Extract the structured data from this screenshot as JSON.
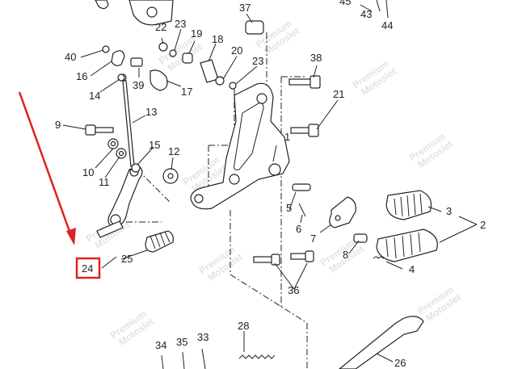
{
  "watermark": {
    "line1": "Premium",
    "line2": "Motoslet"
  },
  "callouts": {
    "n1": "1",
    "n2": "2",
    "n3": "3",
    "n4": "4",
    "n5": "5",
    "n6": "6",
    "n7": "7",
    "n8": "8",
    "n9": "9",
    "n10": "10",
    "n11": "11",
    "n12": "12",
    "n13": "13",
    "n14": "14",
    "n15": "15",
    "n16": "16",
    "n17": "17",
    "n18": "18",
    "n19": "19",
    "n20": "20",
    "n21": "21",
    "n22": "22",
    "n23a": "23",
    "n23b": "23",
    "n24": "24",
    "n25": "25",
    "n26": "26",
    "n28": "28",
    "n33": "33",
    "n34": "34",
    "n35": "35",
    "n36": "36",
    "n37": "37",
    "n38": "38",
    "n39": "39",
    "n40": "40",
    "n43": "43",
    "n44": "44",
    "n45": "45"
  },
  "highlight": {
    "color": "#e02020",
    "target": "24"
  }
}
